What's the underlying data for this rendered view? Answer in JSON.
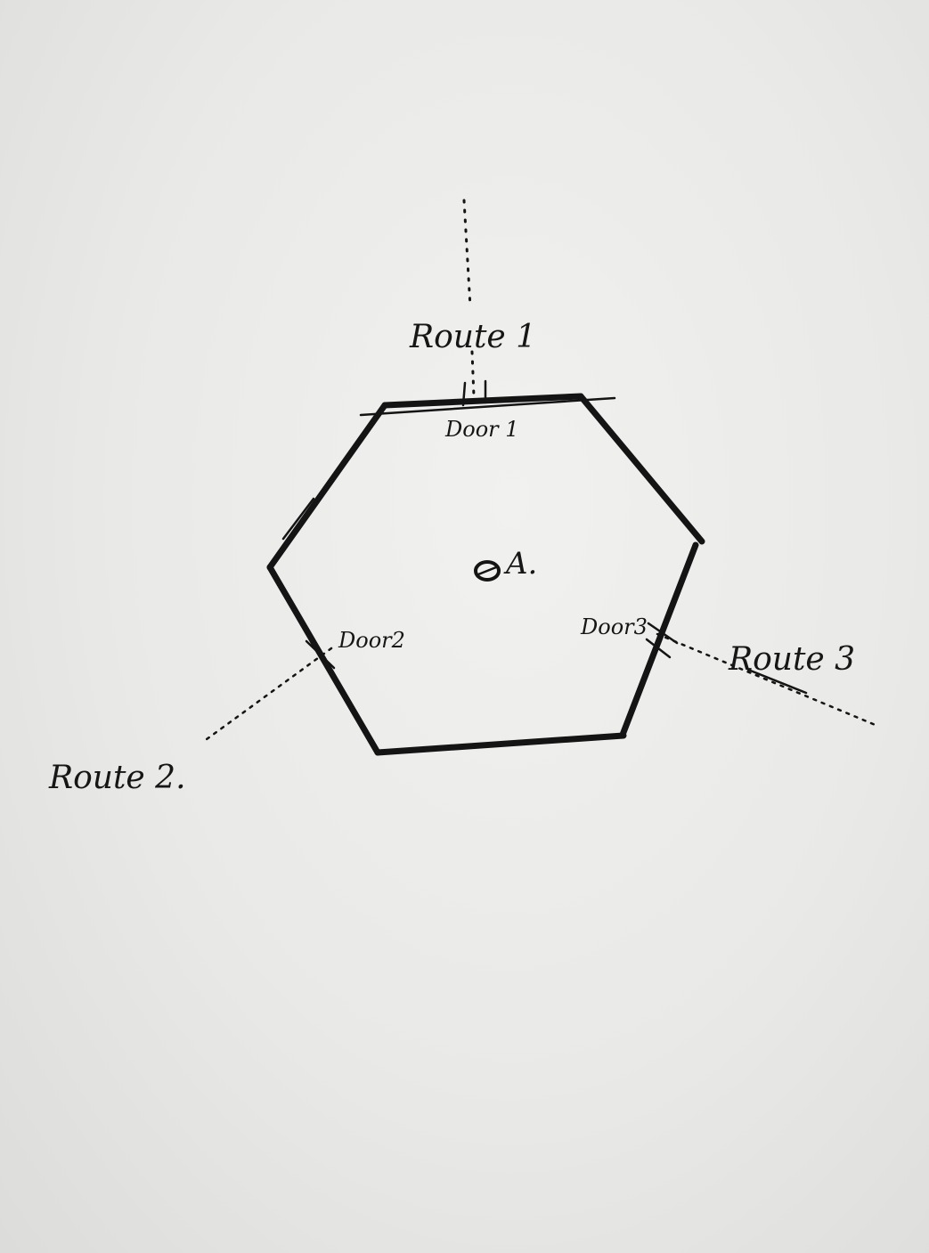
{
  "diagram": {
    "routes": [
      {
        "id": "route-1",
        "label": "Route 1"
      },
      {
        "id": "route-2",
        "label": "Route 2."
      },
      {
        "id": "route-3",
        "label": "Route 3"
      }
    ],
    "doors": [
      {
        "id": "door-1",
        "label": "Door 1"
      },
      {
        "id": "door-2",
        "label": "Door2"
      },
      {
        "id": "door-3",
        "label": "Door3"
      }
    ],
    "center_point": {
      "label": "A."
    },
    "ink_color": "#141414",
    "paper_color": "#ededeb"
  }
}
